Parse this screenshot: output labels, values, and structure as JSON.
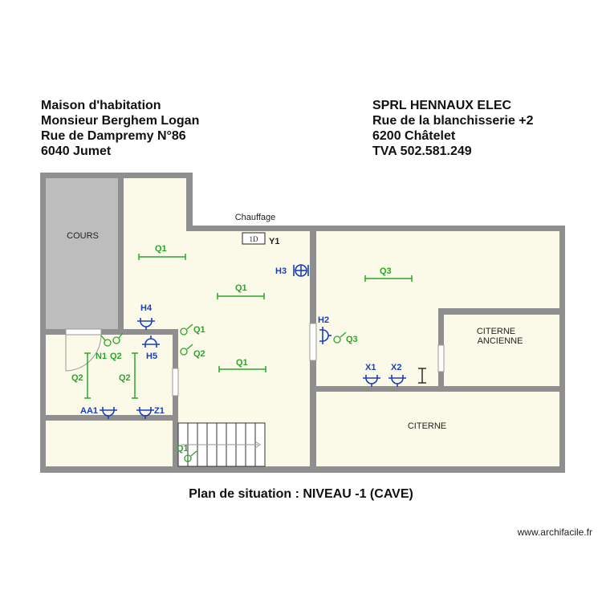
{
  "client": {
    "line1": "Maison d'habitation",
    "line2": "Monsieur Berghem Logan",
    "line3": "Rue de Dampremy N°86",
    "line4": "6040 Jumet"
  },
  "company": {
    "line1": "SPRL HENNAUX ELEC",
    "line2": "Rue de la blanchisserie +2",
    "line3": "6200 Châtelet",
    "line4": "TVA 502.581.249"
  },
  "rooms": {
    "cours": "COURS",
    "chauffage": "Chauffage",
    "citerne_ancienne_1": "CITERNE",
    "citerne_ancienne_2": "ANCIENNE",
    "citerne": "CITERNE"
  },
  "equipment": {
    "boiler_box": "1D",
    "y1": "Y1"
  },
  "circuits": {
    "q1": "Q1",
    "q2": "Q2",
    "q3": "Q3",
    "n1": "N1",
    "h2": "H2",
    "h3": "H3",
    "h4": "H4",
    "h5": "H5",
    "x1": "X1",
    "x2": "X2",
    "aa1": "AA1",
    "z1": "Z1"
  },
  "caption": "Plan de situation : NIVEAU -1 (CAVE)",
  "website": "www.archifacile.fr",
  "colors": {
    "wall": "#8f8f8f",
    "floor": "#fbf9e8",
    "cours_fill": "#bdbdbd",
    "circuit_green": "#2aa52a",
    "device_blue": "#1a3fb8"
  }
}
